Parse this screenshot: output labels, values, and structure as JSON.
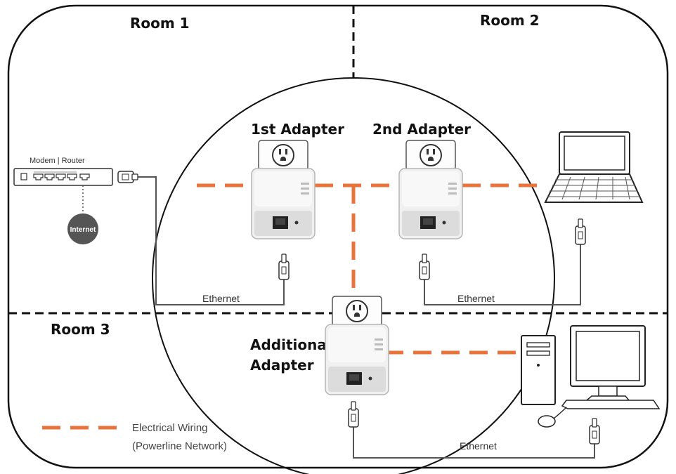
{
  "rooms": {
    "room1": "Room 1",
    "room2": "Room 2",
    "room3": "Room 3"
  },
  "adapters": {
    "first": "1st Adapter",
    "second": "2nd Adapter",
    "additional_line1": "Additional",
    "additional_line2": "Adapter"
  },
  "devices": {
    "modem_router": "Modem | Router",
    "internet": "Internet"
  },
  "cables": {
    "ethernet_1": "Ethernet",
    "ethernet_2": "Ethernet",
    "ethernet_3": "Ethernet"
  },
  "legend": {
    "line1": "Electrical Wiring",
    "line2": "(Powerline Network)"
  },
  "colors": {
    "electrical_wiring": "#e8743b",
    "ethernet_cable": "#555555",
    "internet_globe": "#555555"
  }
}
